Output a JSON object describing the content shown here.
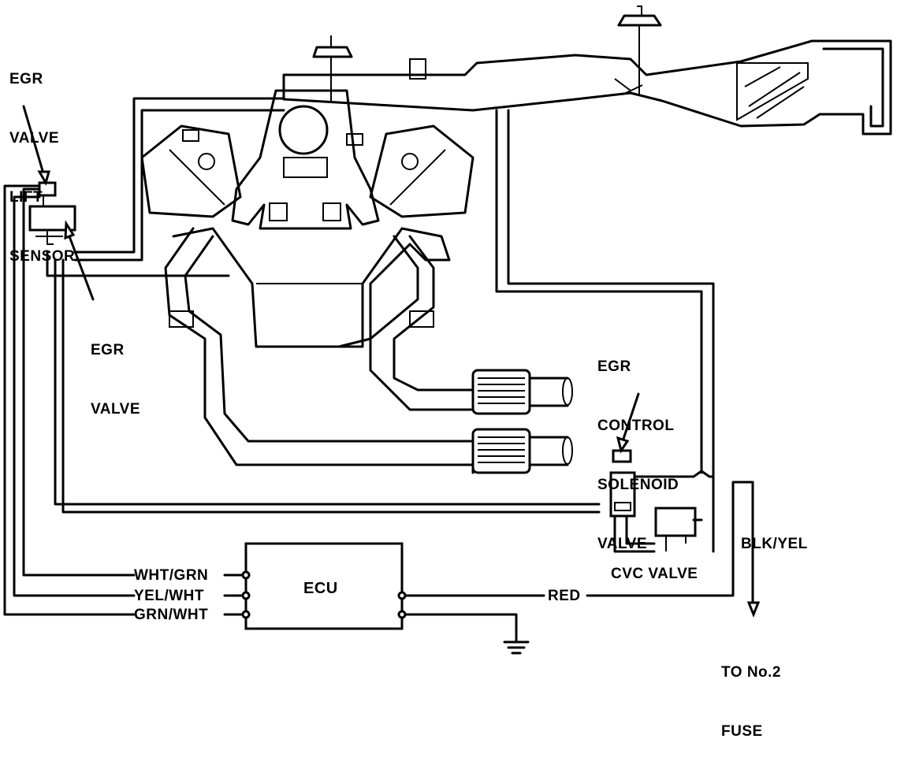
{
  "labels": {
    "egr_valve_lift_sensor": [
      "EGR",
      "VALVE",
      "LIFT",
      "SENSOR"
    ],
    "egr_valve": [
      "EGR",
      "VALVE"
    ],
    "egr_control_solenoid_valve": [
      "EGR",
      "CONTROL",
      "SOLENOID",
      "VALVE"
    ],
    "cvc_valve": "CVC VALVE",
    "ecu": "ECU",
    "to_fuse": [
      "TO No.2",
      "FUSE"
    ]
  },
  "wires": {
    "wht_grn": "WHT/GRN",
    "yel_wht": "YEL/WHT",
    "grn_wht": "GRN/WHT",
    "red": "RED",
    "blk_yel": "BLK/YEL"
  }
}
